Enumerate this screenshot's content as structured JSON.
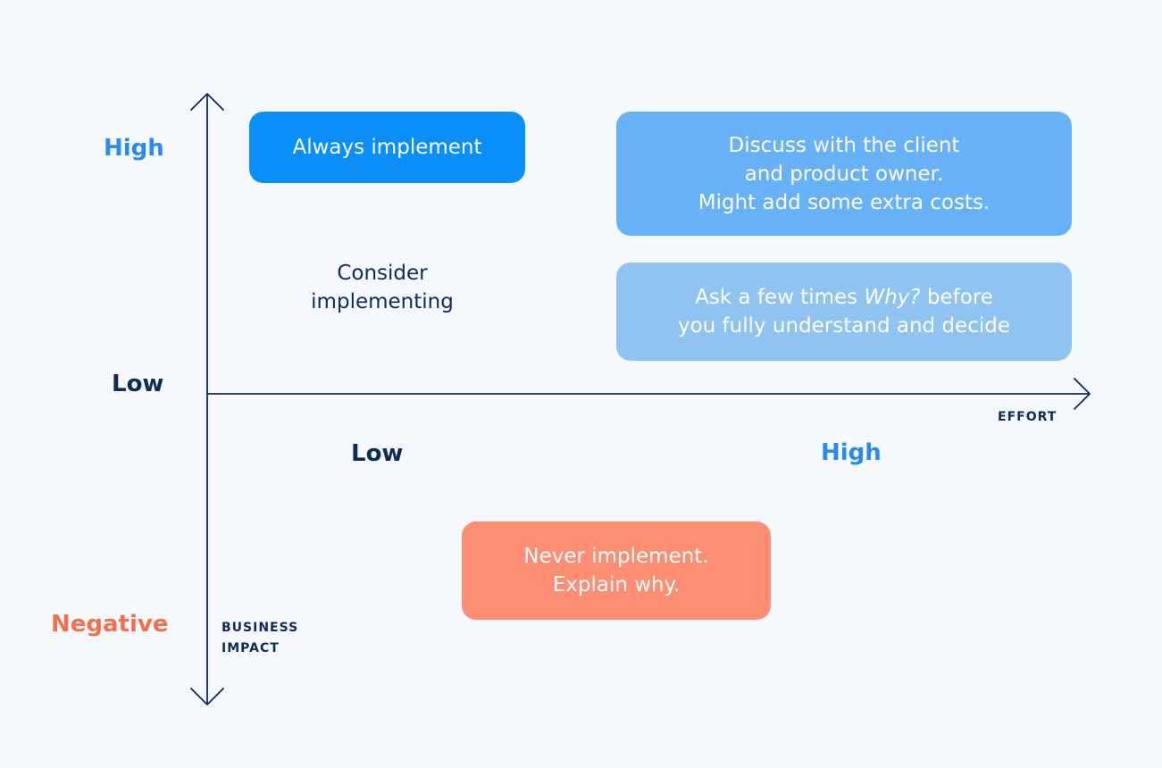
{
  "axes": {
    "y_title_line1": "BUSINESS",
    "y_title_line2": "IMPACT",
    "x_title": "EFFORT",
    "y_labels": {
      "high": "High",
      "low": "Low",
      "negative": "Negative"
    },
    "x_labels": {
      "low": "Low",
      "high": "High"
    }
  },
  "boxes": {
    "always": {
      "text": "Always implement"
    },
    "discuss": {
      "line1": "Discuss with the client",
      "line2": "and product owner.",
      "line3": "Might add some extra costs."
    },
    "ask": {
      "line1_before": "Ask a few times ",
      "line1_em": "Why?",
      "line1_after": " before",
      "line2": "you fully understand and decide"
    },
    "never": {
      "line1": "Never implement.",
      "line2": "Explain why."
    }
  },
  "consider": {
    "line1": "Consider",
    "line2": "implementing"
  },
  "colors": {
    "axis": "#0d2c57",
    "high_label": "#2a8af0",
    "negative_label": "#f1714f",
    "always_box": "#0a8ef7",
    "discuss_box": "#67b1f7",
    "ask_box": "#8fc3f1",
    "never_box": "#fd8d73",
    "background": "#f5f9fd"
  }
}
